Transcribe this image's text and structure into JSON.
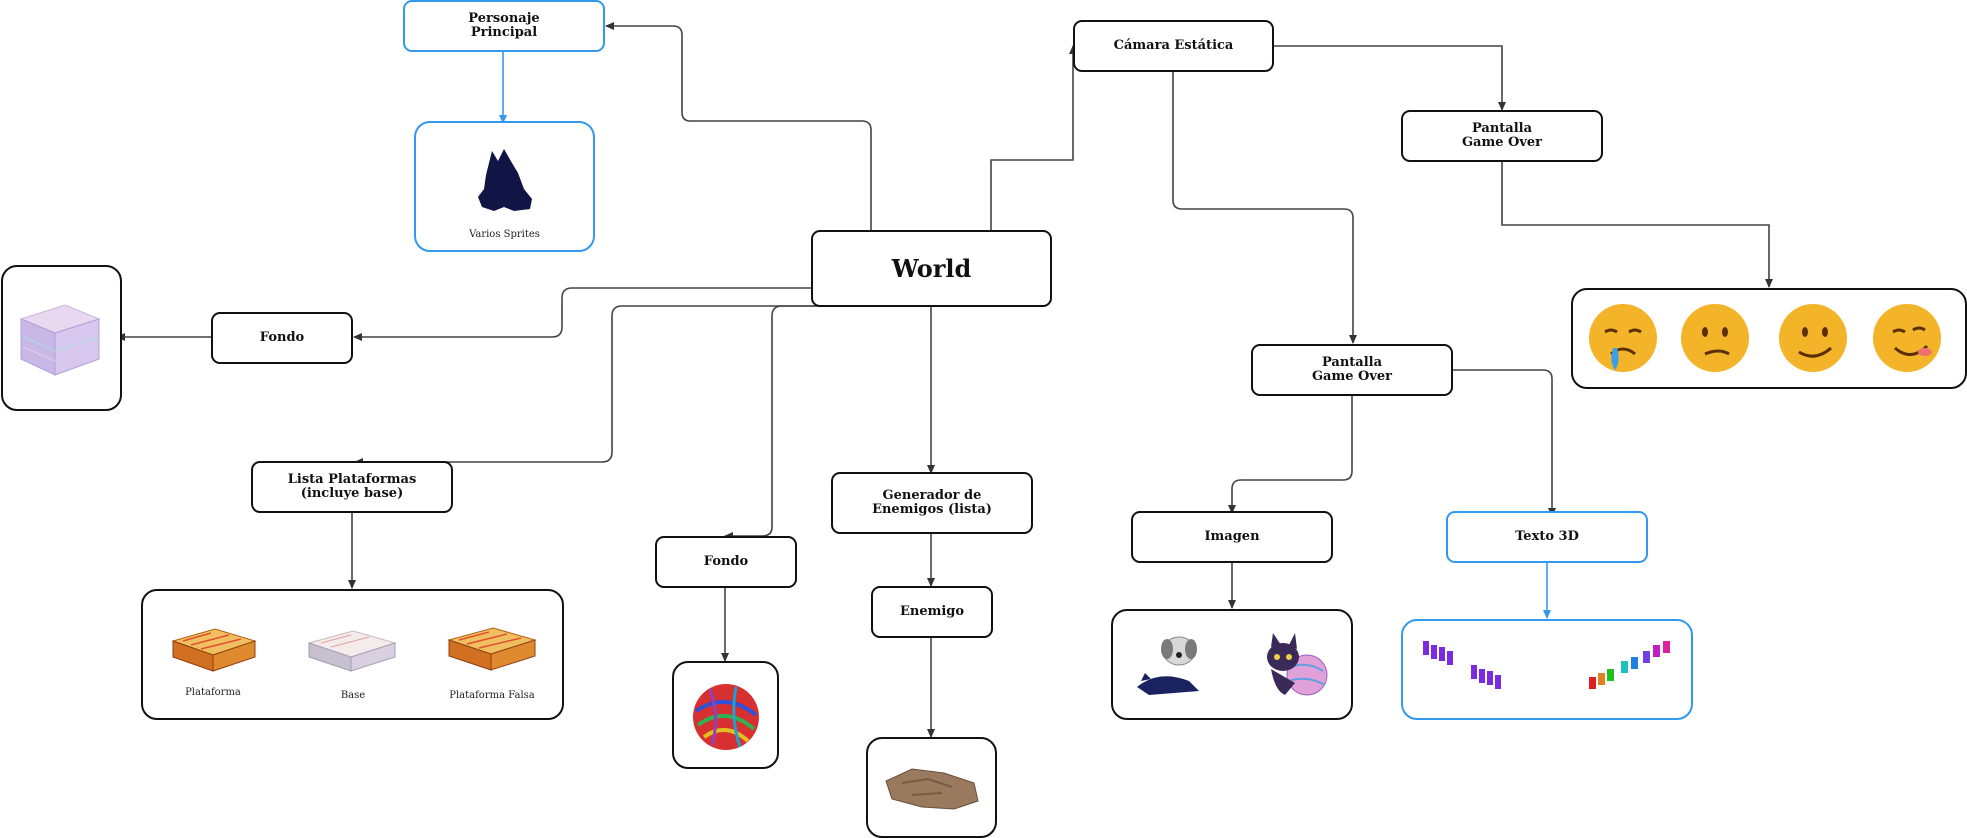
{
  "nodes": {
    "world": "World",
    "personaje": "Personaje\nPrincipal",
    "camara": "Cámara Estática",
    "pantalla_top": "Pantalla\nGame Over",
    "pantalla_mid": "Pantalla\nGame Over",
    "fondo_left": "Fondo",
    "lista": "Lista Plataformas\n(incluye base)",
    "fondo_mid": "Fondo",
    "generador": "Generador de\nEnemigos (lista)",
    "enemigo": "Enemigo",
    "imagen": "Imagen",
    "texto3d": "Texto 3D"
  },
  "captions": {
    "sprites": "Varios Sprites",
    "plataforma": "Plataforma",
    "base": "Base",
    "plataforma_falsa": "Plataforma Falsa"
  },
  "colors": {
    "line": "#444444",
    "blue_line": "#3399ee",
    "node_border": "#111111",
    "blue_border": "#3399ee"
  },
  "icons": {
    "sprite": "cat-silhouette-icon",
    "fondo_cube": "crystal-cube-icon",
    "yarn": "yarn-ball-icon",
    "rock": "rock-icon",
    "platform": "platform-tile-icon",
    "emoji": "emoji-face-icon",
    "dog_cat": "dog-and-cat-icon",
    "text3d": "3d-letters-icon"
  }
}
